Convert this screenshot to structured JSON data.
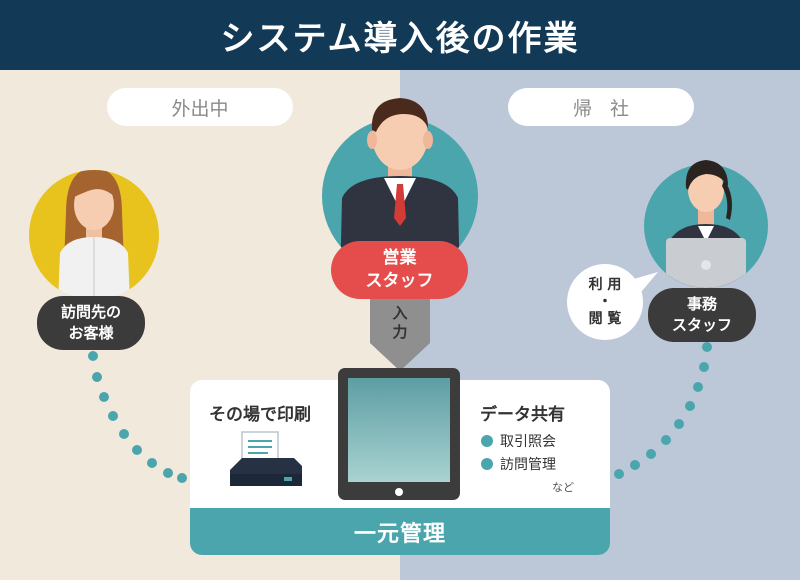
{
  "header": {
    "title": "システム導入後の作業"
  },
  "left_zone": {
    "label": "外出中"
  },
  "right_zone": {
    "label": "帰社"
  },
  "visitor": {
    "line1": "訪問先の",
    "line2": "お客様"
  },
  "sales": {
    "line1": "営業",
    "line2": "スタッフ",
    "arrow_line1": "入",
    "arrow_line2": "力"
  },
  "office": {
    "line1": "事務",
    "line2": "スタッフ",
    "bubble_line1": "利 用",
    "bubble_line2": "・",
    "bubble_line3": "閲 覧"
  },
  "card": {
    "print_title": "その場で印刷",
    "share_title": "データ共有",
    "share_items": [
      "取引照会",
      "訪問管理"
    ],
    "etc": "など",
    "bar_label": "一元管理"
  },
  "colors": {
    "header": "#123a57",
    "teal": "#4aa5ac",
    "red": "#e44d4c",
    "left_bg": "#f2e9dd",
    "right_bg": "#bcc7d8",
    "yellow": "#e8c31e"
  }
}
